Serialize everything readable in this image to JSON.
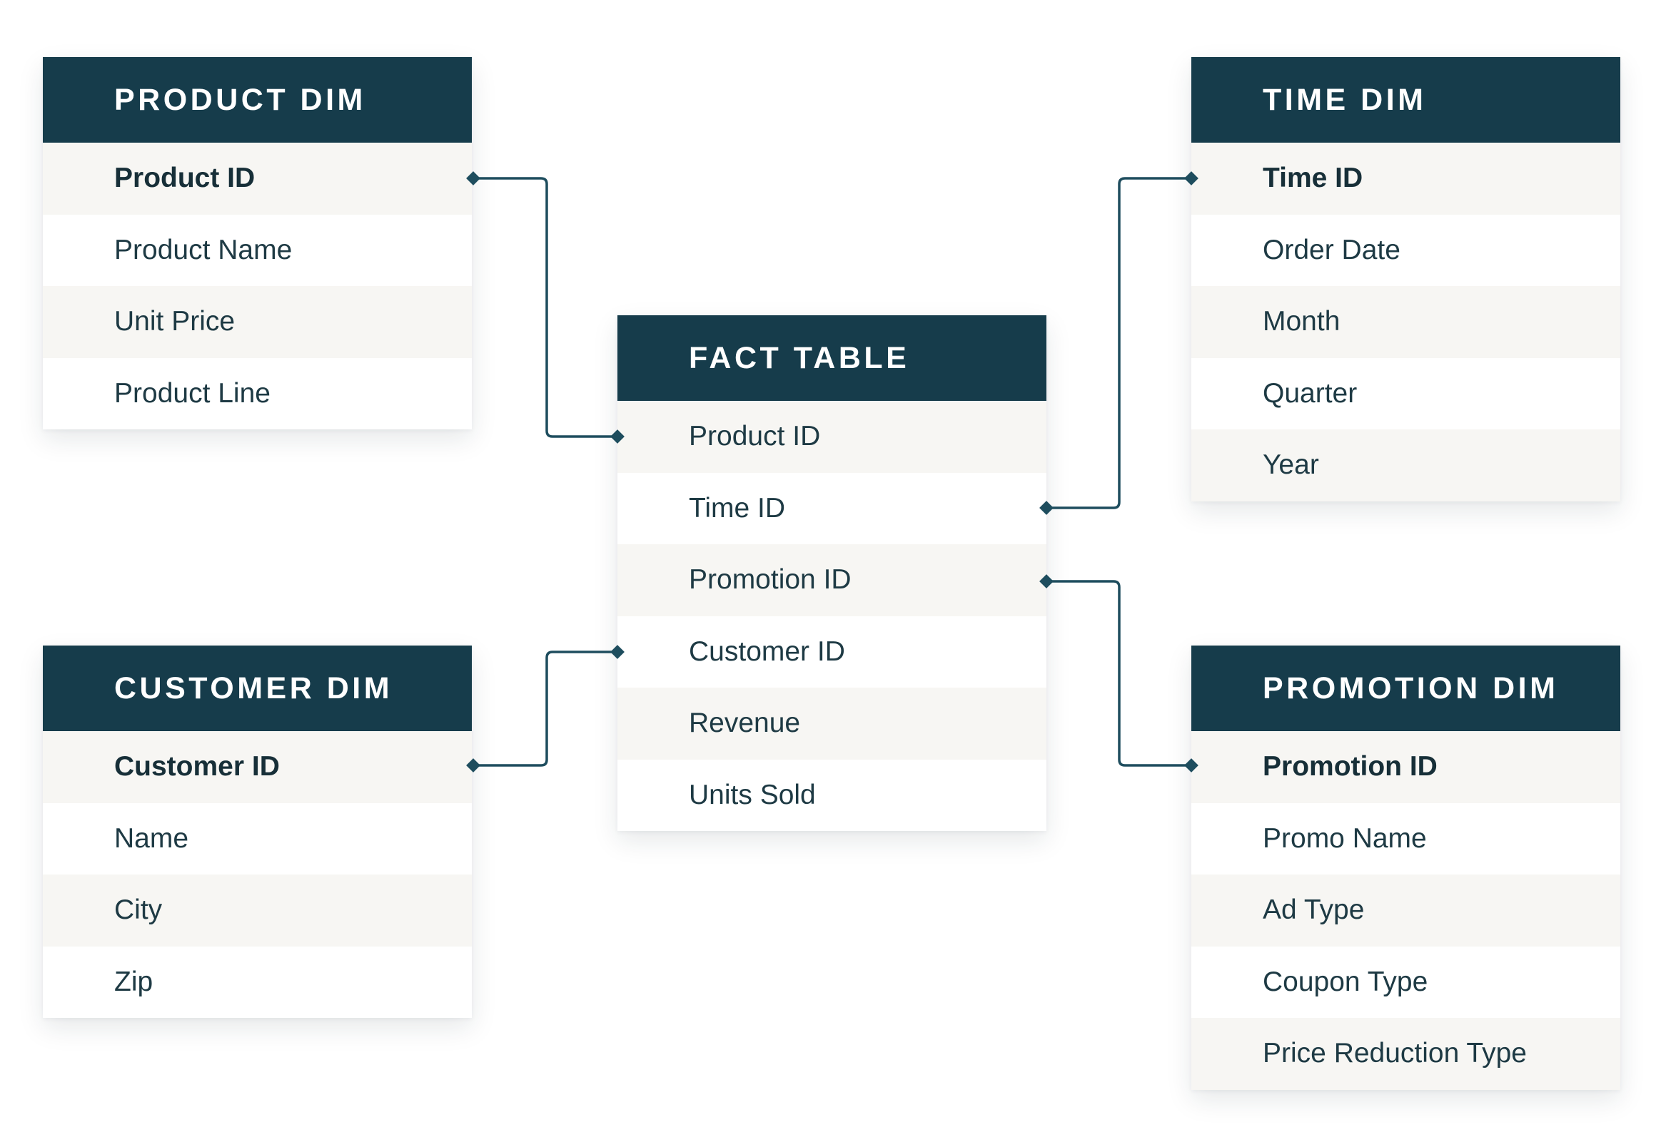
{
  "colors": {
    "header_bg": "#163c4b",
    "header_text": "#ffffff",
    "row_alt": "#f7f6f3",
    "row_plain": "#ffffff",
    "connector": "#1e4d5e",
    "text": "#1e3a44"
  },
  "tables": {
    "product": {
      "title": "PRODUCT DIM",
      "rows": [
        "Product ID",
        "Product Name",
        "Unit Price",
        "Product Line"
      ]
    },
    "time": {
      "title": "TIME DIM",
      "rows": [
        "Time ID",
        "Order Date",
        "Month",
        "Quarter",
        "Year"
      ]
    },
    "fact": {
      "title": "FACT TABLE",
      "rows": [
        "Product ID",
        "Time ID",
        "Promotion ID",
        "Customer ID",
        "Revenue",
        "Units Sold"
      ]
    },
    "customer": {
      "title": "CUSTOMER DIM",
      "rows": [
        "Customer ID",
        "Name",
        "City",
        "Zip"
      ]
    },
    "promotion": {
      "title": "PROMOTION DIM",
      "rows": [
        "Promotion ID",
        "Promo Name",
        "Ad Type",
        "Coupon Type",
        "Price Reduction Type"
      ]
    }
  },
  "relationships": [
    {
      "from": "product.Product ID",
      "to": "fact.Product ID"
    },
    {
      "from": "time.Time ID",
      "to": "fact.Time ID"
    },
    {
      "from": "promotion.Promotion ID",
      "to": "fact.Promotion ID"
    },
    {
      "from": "customer.Customer ID",
      "to": "fact.Customer ID"
    }
  ]
}
